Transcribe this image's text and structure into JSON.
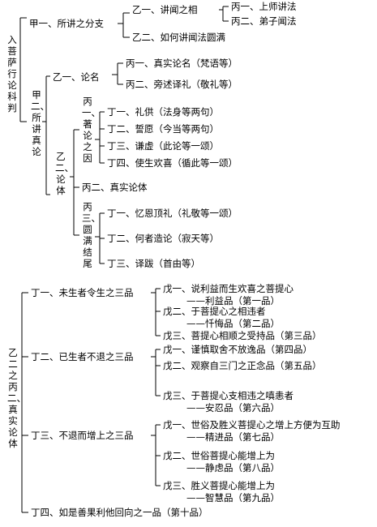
{
  "diagram": {
    "part1_title": "入菩萨行论科判",
    "part2_title": "乙二之丙二、真实论体",
    "top": {
      "jia1": "甲一、所讲之分支",
      "yi1": "乙一、讲闻之相",
      "bing1": "丙一、上师讲法",
      "bing2": "丙二、弟子闻法",
      "yi2": "乙二、如何讲闻法圆满"
    },
    "jia2": {
      "title": "甲二、所讲真论",
      "yi1": "乙一、论名",
      "yi1_bing1": "丙一、真实论名（梵语等）",
      "yi1_bing2": "丙二、旁述译礼（敬礼等）",
      "yi2": "乙二、论体",
      "bing1": "丙一、著论之因",
      "bing1_ding1": "丁一、礼供（法身等两句）",
      "bing1_ding2": "丁二、誓愿（今当等两句）",
      "bing1_ding3": "丁三、谦虚（此论等一颂）",
      "bing1_ding4": "丁四、使生欢喜（循此等一颂）",
      "bing2": "丙二、真实论体",
      "bing3": "丙三、圆满结尾",
      "bing3_ding1": "丁一、忆恩顶礼（礼敬等一颂）",
      "bing3_ding2": "丁二、何者造论（寂天等）",
      "bing3_ding3": "丁三、译跋（首由等）"
    },
    "part2": {
      "ding1": "丁一、未生者令生之三品",
      "ding1_wu1": "戊一、说利益而生欢喜之菩提心",
      "ding1_wu1_sub": "——利益品（第一品）",
      "ding1_wu2": "戊二、于菩提心之相违者",
      "ding1_wu2_sub": "——忏悔品（第二品）",
      "ding1_wu3": "戊三、菩提心相顺之受持品（第三品）",
      "ding2": "丁二、已生者不退之三品",
      "ding2_wu1": "戊一、谨慎取舍不放逸品（第四品）",
      "ding2_wu2": "戊二、观察自三门之正念品（第五品）",
      "ding2_wu3": "戊三、于菩提心支相违之嗔恚者",
      "ding2_wu3_sub": "——安忍品（第六品）",
      "ding3": "丁三、不退而增上之三品",
      "ding3_wu1": "戊一、世俗及胜义菩提心之增上方便为互助",
      "ding3_wu1_sub": "——精进品（第七品）",
      "ding3_wu2": "戊二、世俗菩提心能增上为",
      "ding3_wu2_sub": "——静虑品（第八品）",
      "ding3_wu3": "戊三、胜义菩提心能增上为",
      "ding3_wu3_sub": "——智慧品（第九品）",
      "ding4": "丁四、如是善果利他回向之一品（第十品）"
    }
  }
}
